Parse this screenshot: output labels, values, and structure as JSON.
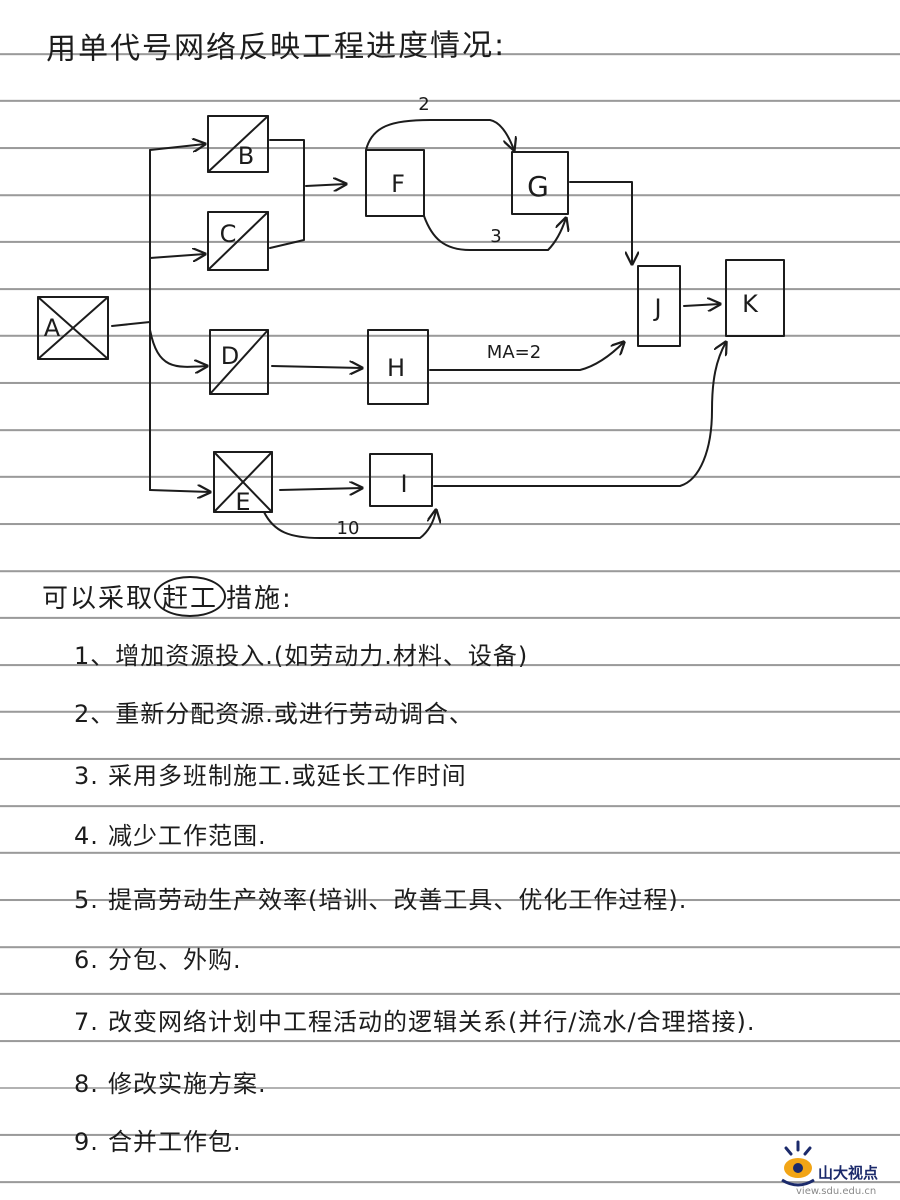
{
  "title": "用单代号网络反映工程进度情况:",
  "diagram": {
    "nodes": [
      {
        "id": "A",
        "label": "A",
        "crossed": "full"
      },
      {
        "id": "B",
        "label": "B",
        "crossed": "half"
      },
      {
        "id": "C",
        "label": "C",
        "crossed": "half"
      },
      {
        "id": "D",
        "label": "D",
        "crossed": "half"
      },
      {
        "id": "E",
        "label": "E",
        "crossed": "full"
      },
      {
        "id": "F",
        "label": "F",
        "crossed": "none"
      },
      {
        "id": "G",
        "label": "G",
        "crossed": "none"
      },
      {
        "id": "H",
        "label": "H",
        "crossed": "none"
      },
      {
        "id": "I",
        "label": "I",
        "crossed": "none"
      },
      {
        "id": "J",
        "label": "J",
        "crossed": "none"
      },
      {
        "id": "K",
        "label": "K",
        "crossed": "none"
      }
    ],
    "edge_labels": {
      "f_g_top": "2",
      "f_g_bottom": "3",
      "h_j": "MA=2",
      "e_i": "10"
    }
  },
  "measures_heading": {
    "before": "可以采取",
    "circled": "赶工",
    "after": "措施:"
  },
  "measures": [
    {
      "num": "1、",
      "text": "增加资源投入.(如劳动力.材料、设备)"
    },
    {
      "num": "2、",
      "text": "重新分配资源.或进行劳动调合、"
    },
    {
      "num": "3.",
      "text": "采用多班制施工.或延长工作时间"
    },
    {
      "num": "4.",
      "text": "减少工作范围."
    },
    {
      "num": "5.",
      "text": "提高劳动生产效率(培训、改善工具、优化工作过程)."
    },
    {
      "num": "6.",
      "text": "分包、外购."
    },
    {
      "num": "7.",
      "text": "改变网络计划中工程活动的逻辑关系(并行/流水/合理搭接)."
    },
    {
      "num": "8.",
      "text": "修改实施方案."
    },
    {
      "num": "9.",
      "text": "合并工作包."
    }
  ],
  "logo": {
    "name": "山大视点",
    "url": "view.sdu.edu.cn",
    "colors": {
      "primary": "#1b2a6b",
      "accent": "#f2a516"
    }
  }
}
